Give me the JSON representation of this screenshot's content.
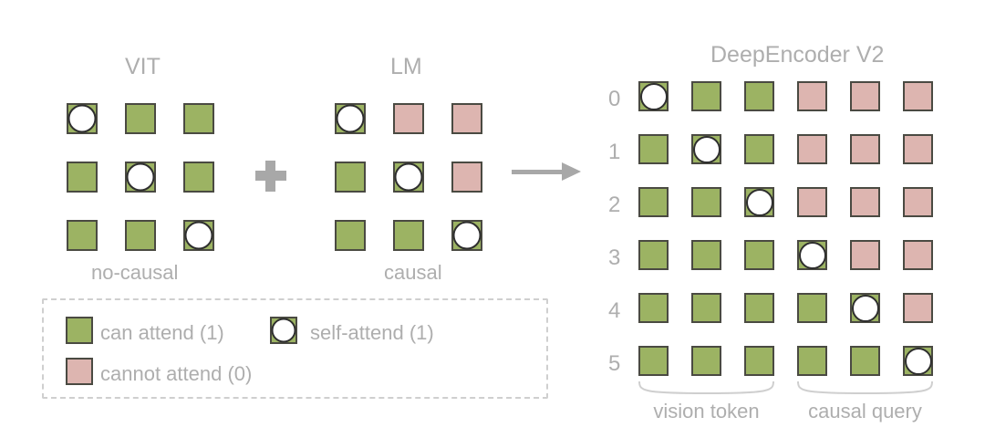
{
  "diagram": {
    "title_left_1": "VIT",
    "title_left_2": "LM",
    "caption_left_1": "no-causal",
    "caption_left_2": "causal",
    "title_right": "DeepEncoder V2",
    "operator_plus": "+",
    "operator_arrow": "right-arrow"
  },
  "colors": {
    "can_attend": "#9cb363",
    "cannot_attend": "#ddb5b0",
    "self_attend_fill": "#ffffff",
    "cell_border": "#4a4a42",
    "text": "#aeaeae",
    "arrow": "#a8a8a8",
    "legend_border": "#cfcfcf",
    "background": "#ffffff"
  },
  "legend": {
    "items": [
      {
        "key": "can-attend",
        "label": "can attend (1)",
        "swatch": "green"
      },
      {
        "key": "self-attend",
        "label": "self-attend (1)",
        "swatch": "self"
      },
      {
        "key": "cannot-attend",
        "label": "cannot attend (0)",
        "swatch": "pink"
      }
    ]
  },
  "matrices": {
    "vit": {
      "name": "VIT",
      "caption": "no-causal",
      "rows": 3,
      "cols": 3,
      "values": [
        [
          "self",
          "green",
          "green"
        ],
        [
          "green",
          "self",
          "green"
        ],
        [
          "green",
          "green",
          "self"
        ]
      ]
    },
    "lm": {
      "name": "LM",
      "caption": "causal",
      "rows": 3,
      "cols": 3,
      "values": [
        [
          "self",
          "pink",
          "pink"
        ],
        [
          "green",
          "self",
          "pink"
        ],
        [
          "green",
          "green",
          "self"
        ]
      ]
    },
    "deepencoder_v2": {
      "name": "DeepEncoder V2",
      "rows": 6,
      "cols": 6,
      "row_labels": [
        "0",
        "1",
        "2",
        "3",
        "4",
        "5"
      ],
      "values": [
        [
          "self",
          "green",
          "green",
          "pink",
          "pink",
          "pink"
        ],
        [
          "green",
          "self",
          "green",
          "pink",
          "pink",
          "pink"
        ],
        [
          "green",
          "green",
          "self",
          "pink",
          "pink",
          "pink"
        ],
        [
          "green",
          "green",
          "green",
          "self",
          "pink",
          "pink"
        ],
        [
          "green",
          "green",
          "green",
          "green",
          "self",
          "pink"
        ],
        [
          "green",
          "green",
          "green",
          "green",
          "green",
          "self"
        ]
      ],
      "group_labels": [
        {
          "key": "vision-token",
          "label": "vision token",
          "cols": [
            0,
            2
          ]
        },
        {
          "key": "causal-query",
          "label": "causal query",
          "cols": [
            3,
            5
          ]
        }
      ]
    }
  }
}
